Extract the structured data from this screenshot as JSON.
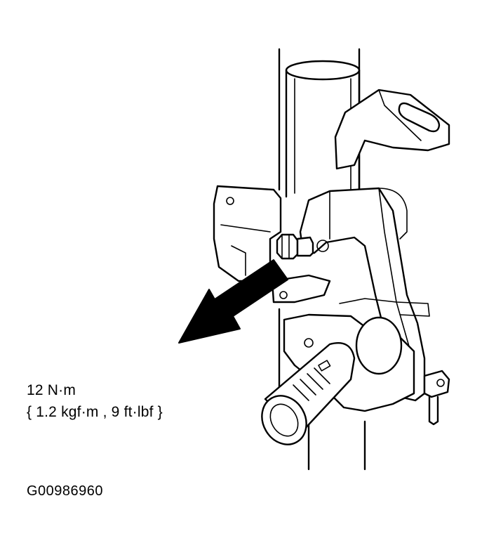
{
  "callout": {
    "torque_value": "12 N·m",
    "torque_conversion": "{ 1.2 kgf·m , 9 ft·lbf }"
  },
  "figure_id": "G00986960",
  "icons": {
    "arrow": "callout-arrow-icon",
    "bolt": "bolt-icon"
  },
  "colors": {
    "line": "#000000",
    "background": "#ffffff"
  }
}
